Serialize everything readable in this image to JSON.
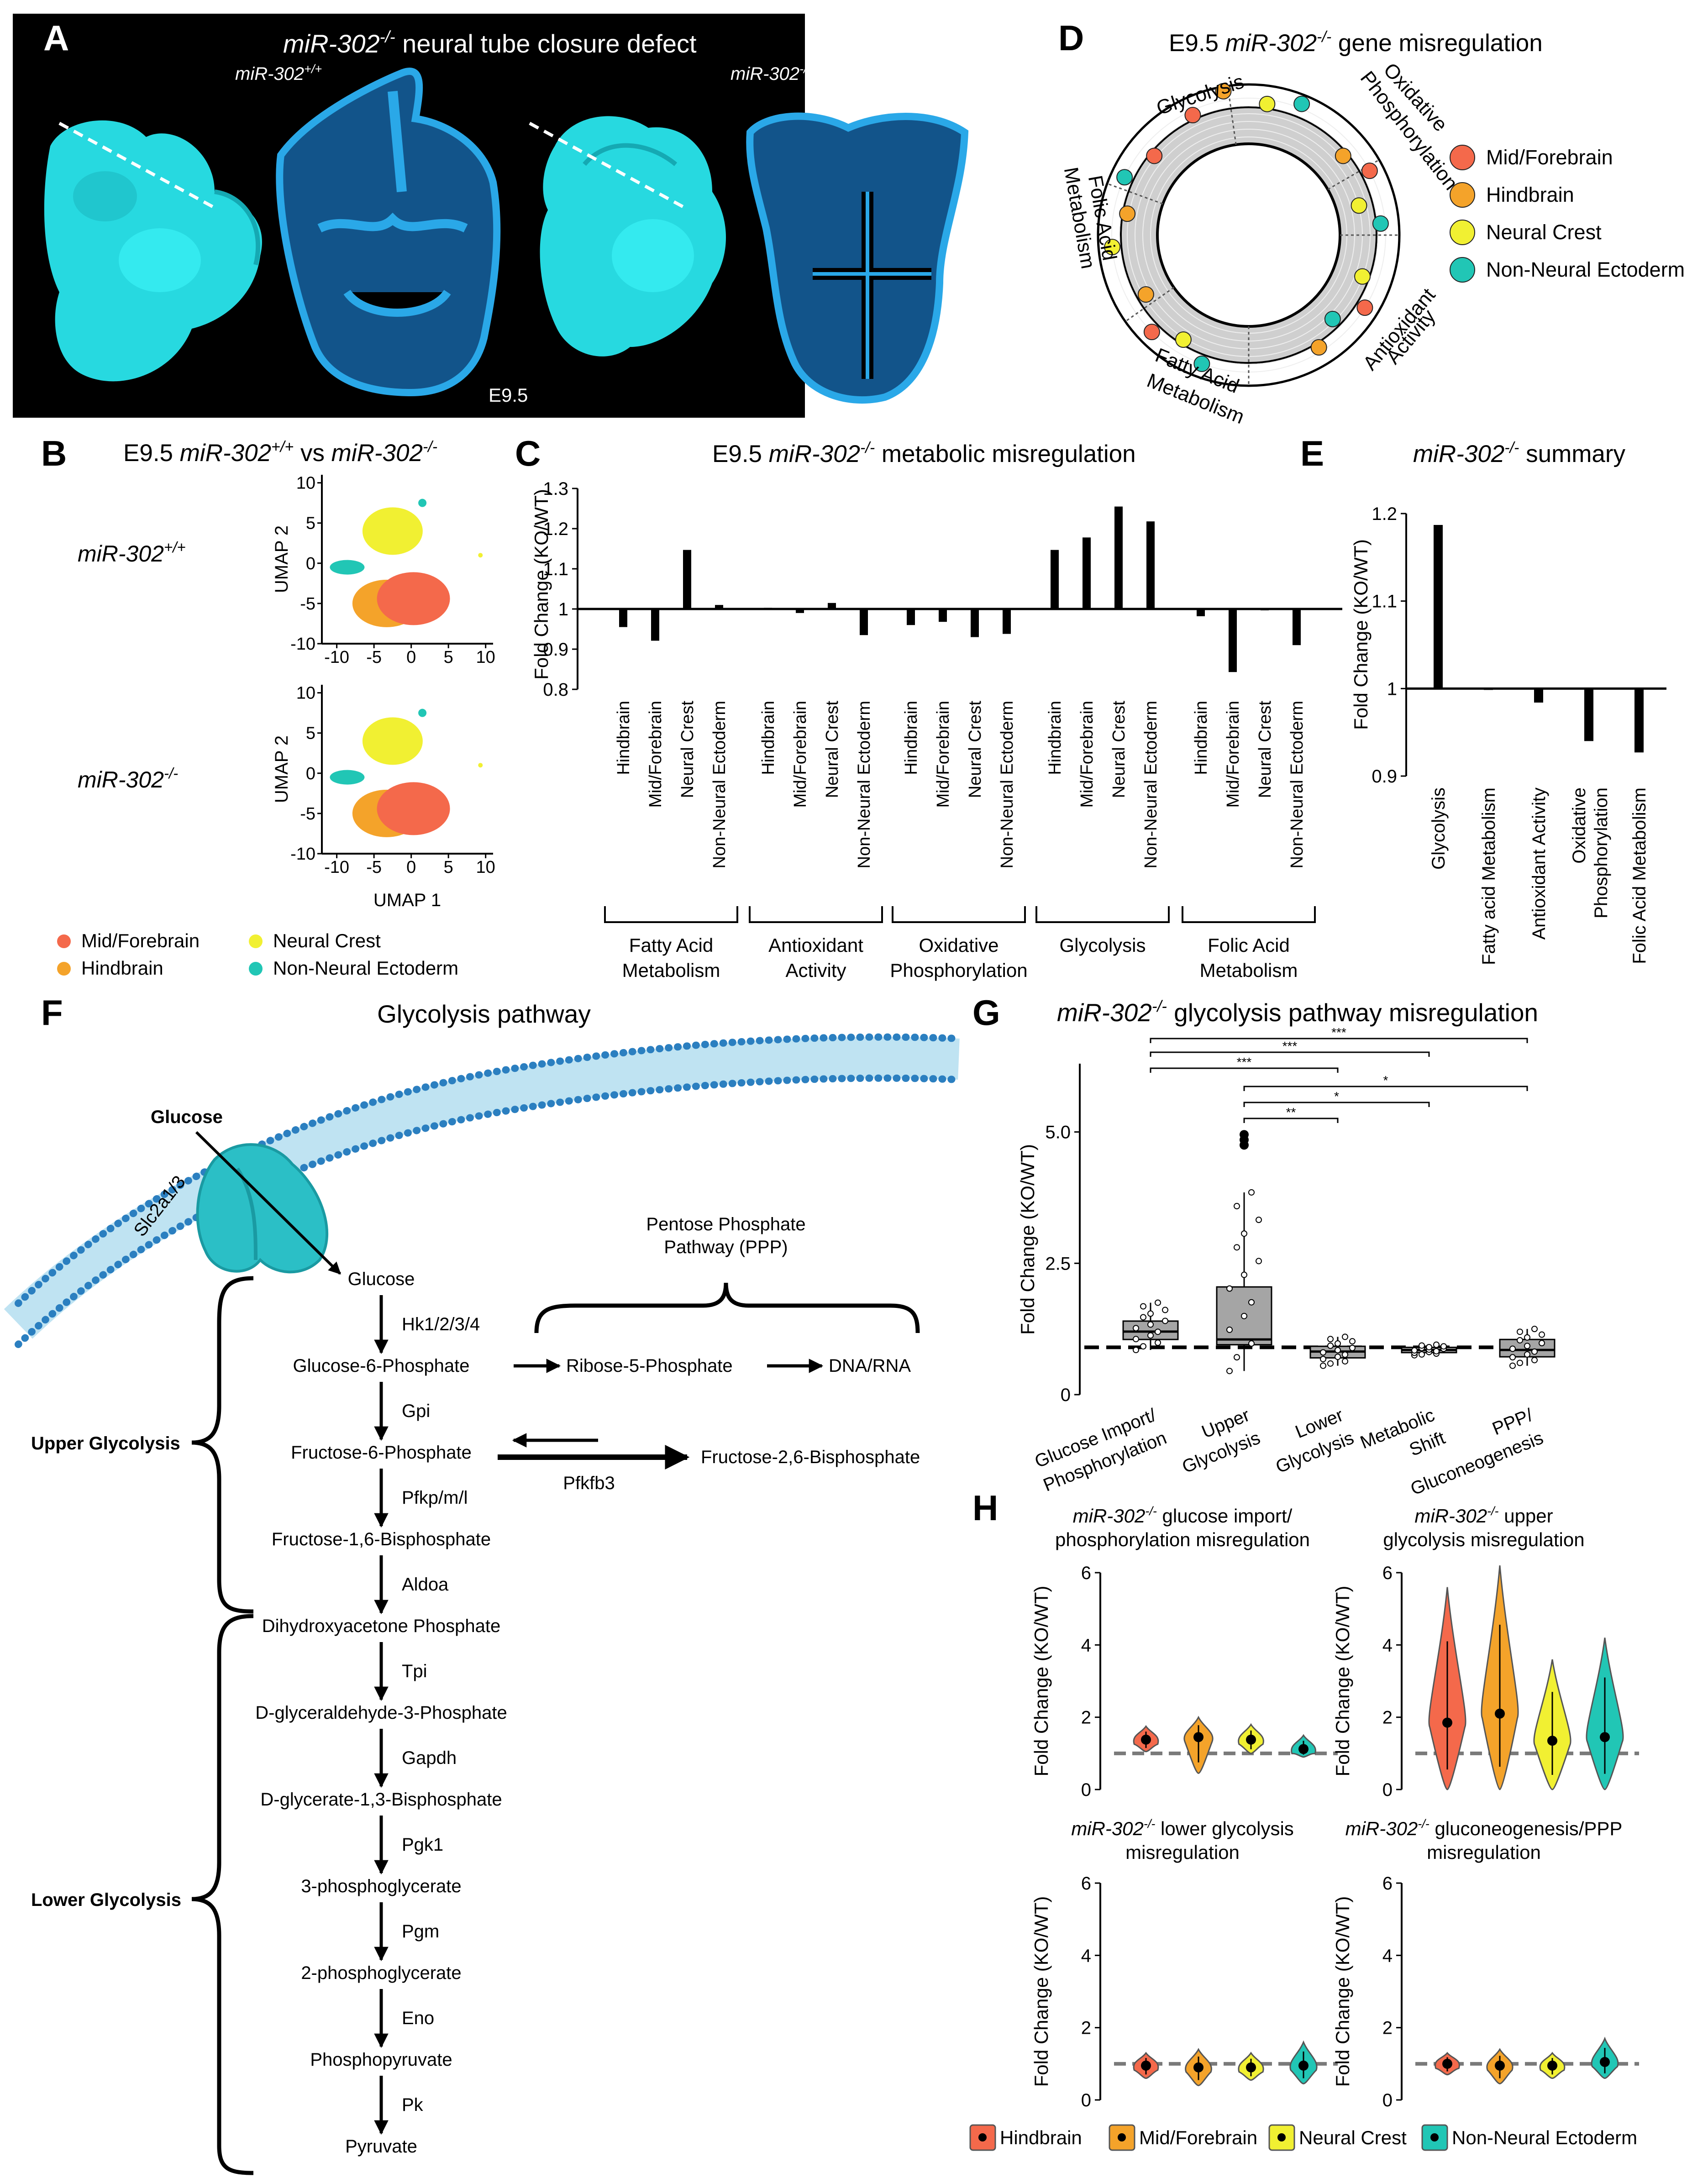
{
  "colors": {
    "mid_forebrain": "#f4694b",
    "hindbrain": "#f4a32a",
    "neural_crest": "#f1f032",
    "non_neural_ectoderm": "#21c6b5",
    "embryo_cyan": "#2ee6e6",
    "section_blue": "#2aa8e8",
    "black": "#000000",
    "box_grey": "#a5a5a5",
    "violin_grey": "#8a8a8a"
  },
  "panel_a": {
    "letter": "A",
    "title_gene": "miR-302",
    "title_sup": "-/-",
    "title_rest": " neural tube closure defect",
    "label_wt": "miR-302",
    "label_wt_sup": "+/+",
    "label_ko": "miR-302",
    "label_ko_sup": "-/-",
    "stage": "E9.5"
  },
  "panel_b": {
    "letter": "B",
    "title_pre": "E9.5 ",
    "title_g1": "miR-302",
    "title_s1": "+/+",
    "title_vs": " vs ",
    "title_g2": "miR-302",
    "title_s2": "-/-",
    "row_wt": "miR-302",
    "row_wt_sup": "+/+",
    "row_ko": "miR-302",
    "row_ko_sup": "-/-",
    "ylabel": "UMAP 2",
    "xlabel": "UMAP 1",
    "xticks": [
      "-10",
      "-5",
      "0",
      "5",
      "10"
    ],
    "yticks": [
      "10",
      "5",
      "0",
      "-5",
      "-10"
    ],
    "legend": [
      {
        "name": "Mid/Forebrain",
        "color": "#f4694b"
      },
      {
        "name": "Neural Crest",
        "color": "#f1f032"
      },
      {
        "name": "Hindbrain",
        "color": "#f4a32a"
      },
      {
        "name": "Non-Neural Ectoderm",
        "color": "#21c6b5"
      }
    ]
  },
  "panel_c": {
    "letter": "C",
    "title_pre": "E9.5 ",
    "title_gene": "miR-302",
    "title_sup": "-/-",
    "title_rest": " metabolic misregulation",
    "chart_data": {
      "type": "bar",
      "ylabel": "Fold Change (KO/WT)",
      "ylim": [
        0.8,
        1.3
      ],
      "baseline": 1,
      "yticks": [
        "1.3",
        "1.2",
        "1.1",
        "1",
        "0.9",
        "0.8"
      ],
      "subcategories": [
        "Hindbrain",
        "Mid/Forebrain",
        "Neural Crest",
        "Non-Neural Ectoderm"
      ],
      "groups": [
        {
          "name": "Fatty Acid Metabolism",
          "line1": "Fatty Acid",
          "line2": "Metabolism",
          "values": [
            0.955,
            0.921,
            1.147,
            1.01
          ]
        },
        {
          "name": "Antioxidant Activity",
          "line1": "Antioxidant",
          "line2": "Activity",
          "values": [
            1.003,
            0.99,
            1.015,
            0.935
          ]
        },
        {
          "name": "Oxidative Phosphorylation",
          "line1": "Oxidative",
          "line2": "Phosphorylation",
          "values": [
            0.96,
            0.968,
            0.93,
            0.938
          ]
        },
        {
          "name": "Glycolysis",
          "line1": "Glycolysis",
          "line2": "",
          "values": [
            1.147,
            1.178,
            1.255,
            1.218
          ]
        },
        {
          "name": "Folic Acid Metabolism",
          "line1": "Folic Acid",
          "line2": "Metabolism",
          "values": [
            0.982,
            0.843,
            1.0,
            0.91
          ]
        }
      ]
    }
  },
  "panel_d": {
    "letter": "D",
    "title_pre": "E9.5 ",
    "title_gene": "miR-302",
    "title_sup": "-/-",
    "title_rest": " gene misregulation",
    "sectors": [
      "Glycolysis",
      "Oxidative Phosphorylation",
      "Antioxidant Activity",
      "Fatty Acid Metabolism",
      "Folic Acid Metabolism"
    ],
    "sector_lines": {
      "glycolysis": "Glycolysis",
      "oxphos_1": "Oxidative",
      "oxphos_2": "Phosphorylation",
      "antiox_1": "Antioxidant",
      "antiox_2": "Activity",
      "fatty_1": "Fatty Acid",
      "fatty_2": "Metabolism",
      "folic_1": "Folic Acid",
      "folic_2": "Metabolism"
    },
    "legend": [
      {
        "name": "Mid/Forebrain",
        "color": "#f4694b"
      },
      {
        "name": "Hindbrain",
        "color": "#f4a32a"
      },
      {
        "name": "Neural Crest",
        "color": "#f1f032"
      },
      {
        "name": "Non-Neural Ectoderm",
        "color": "#21c6b5"
      }
    ]
  },
  "panel_e": {
    "letter": "E",
    "title_gene": "miR-302",
    "title_sup": "-/-",
    "title_rest": " summary",
    "chart_data": {
      "type": "bar",
      "ylabel": "Fold Change (KO/WT)",
      "ylim": [
        0.9,
        1.2
      ],
      "baseline": 1,
      "yticks": [
        "1.2",
        "1.1",
        "1",
        "0.9"
      ],
      "categories": [
        "Glycolysis",
        "Fatty acid Metabolism",
        "Antioxidant Activity",
        "Oxidative Phosphorylation",
        "Folic Acid Metabolism"
      ],
      "values": [
        1.187,
        0.999,
        0.984,
        0.94,
        0.927
      ]
    }
  },
  "panel_f": {
    "letter": "F",
    "title": "Glycolysis pathway",
    "glucose_out": "Glucose",
    "transporter": "Slc2a1/3",
    "ppp_title_1": "Pentose Phosphate",
    "ppp_title_2": "Pathway (PPP)",
    "upper": "Upper Glycolysis",
    "lower": "Lower Glycolysis",
    "steps": [
      "Glucose",
      "Glucose-6-Phosphate",
      "Fructose-6-Phosphate",
      "Fructose-1,6-Bisphosphate",
      "Dihydroxyacetone Phosphate",
      "D-glyceraldehyde-3-Phosphate",
      "D-glycerate-1,3-Bisphosphate",
      "3-phosphoglycerate",
      "2-phosphoglycerate",
      "Phosphopyruvate",
      "Pyruvate"
    ],
    "enzymes": [
      "Hk1/2/3/4",
      "Gpi",
      "Pfkp/m/l",
      "Aldoa",
      "Tpi",
      "Gapdh",
      "Pgk1",
      "Pgm",
      "Eno",
      "Pk"
    ],
    "ribose": "Ribose-5-Phosphate",
    "dna": "DNA/RNA",
    "f26": "Fructose-2,6-Bisphosphate",
    "pfkfb3": "Pfkfb3"
  },
  "panel_g": {
    "letter": "G",
    "title_gene": "miR-302",
    "title_sup": "-/-",
    "title_rest": " glycolysis pathway misregulation",
    "chart_data": {
      "type": "box",
      "ylabel": "Fold Change (KO/WT)",
      "ylim": [
        0,
        6.3
      ],
      "reference_line": 0.9,
      "yticks": [
        "5.0",
        "2.5",
        "0"
      ],
      "ytick_values": [
        5.0,
        2.5,
        0
      ],
      "categories": [
        {
          "line1": "Glucose Import/",
          "line2": "Phosphorylation",
          "q1": 1.05,
          "median": 1.2,
          "q3": 1.4,
          "whisk_lo": 0.85,
          "whisk_hi": 1.75
        },
        {
          "line1": "Upper",
          "line2": "Glycolysis",
          "q1": 0.95,
          "median": 1.05,
          "q3": 2.05,
          "whisk_lo": 0.45,
          "whisk_hi": 3.85
        },
        {
          "line1": "Lower",
          "line2": "Glycolysis",
          "q1": 0.7,
          "median": 0.82,
          "q3": 0.92,
          "whisk_lo": 0.55,
          "whisk_hi": 1.1
        },
        {
          "line1": "Metabolic",
          "line2": "Shift",
          "q1": 0.8,
          "median": 0.85,
          "q3": 0.9,
          "whisk_lo": 0.75,
          "whisk_hi": 0.95
        },
        {
          "line1": "PPP/",
          "line2": "Gluconeogenesis",
          "q1": 0.72,
          "median": 0.85,
          "q3": 1.05,
          "whisk_lo": 0.55,
          "whisk_hi": 1.25
        }
      ],
      "outliers": [
        {
          "group": 1,
          "y": 4.95
        },
        {
          "group": 1,
          "y": 4.85
        },
        {
          "group": 1,
          "y": 4.75
        }
      ],
      "significance": [
        {
          "from": 0,
          "to": 4,
          "label": "***"
        },
        {
          "from": 0,
          "to": 3,
          "label": "***"
        },
        {
          "from": 0,
          "to": 2,
          "label": "***"
        },
        {
          "from": 1,
          "to": 4,
          "label": "*"
        },
        {
          "from": 1,
          "to": 3,
          "label": "*"
        },
        {
          "from": 1,
          "to": 2,
          "label": "**"
        }
      ]
    }
  },
  "panel_h": {
    "letter": "H",
    "chart_data": {
      "type": "violin",
      "ylabel": "Fold Change (KO/WT)",
      "ylim": [
        0,
        6
      ],
      "reference_line": 1,
      "yticks": [
        "6",
        "4",
        "2",
        "0"
      ],
      "subplots": [
        {
          "title_gene": "miR-302",
          "title_sup": "-/-",
          "title_rest": " glucose import/",
          "title_line2": "phosphorylation misregulation",
          "medians": [
            1.38,
            1.45,
            1.38,
            1.12
          ],
          "spans": [
            [
              1.05,
              1.75
            ],
            [
              0.45,
              2.0
            ],
            [
              1.0,
              1.8
            ],
            [
              0.9,
              1.5
            ]
          ]
        },
        {
          "title_gene": "miR-302",
          "title_sup": "-/-",
          "title_rest": " upper",
          "title_line2": "glycolysis misregulation",
          "medians": [
            1.85,
            2.1,
            1.35,
            1.45
          ],
          "spans": [
            [
              0.0,
              5.6
            ],
            [
              0.0,
              6.2
            ],
            [
              0.0,
              3.6
            ],
            [
              0.0,
              4.2
            ]
          ]
        },
        {
          "title_gene": "miR-302",
          "title_sup": "-/-",
          "title_rest": " lower glycolysis",
          "title_line2": "misregulation",
          "medians": [
            0.95,
            0.9,
            0.9,
            0.95
          ],
          "spans": [
            [
              0.6,
              1.3
            ],
            [
              0.4,
              1.4
            ],
            [
              0.55,
              1.3
            ],
            [
              0.45,
              1.6
            ]
          ]
        },
        {
          "title_gene": "miR-302",
          "title_sup": "-/-",
          "title_rest": " gluconeogenesis/PPP",
          "title_line2": "misregulation",
          "medians": [
            1.0,
            0.95,
            0.95,
            1.05
          ],
          "spans": [
            [
              0.7,
              1.3
            ],
            [
              0.45,
              1.4
            ],
            [
              0.6,
              1.3
            ],
            [
              0.6,
              1.7
            ]
          ]
        }
      ],
      "legend": [
        {
          "name": "Hindbrain",
          "color": "#f4694b"
        },
        {
          "name": "Mid/Forebrain",
          "color": "#f4a32a"
        },
        {
          "name": "Neural Crest",
          "color": "#f1f032"
        },
        {
          "name": "Non-Neural Ectoderm",
          "color": "#21c6b5"
        }
      ]
    }
  }
}
